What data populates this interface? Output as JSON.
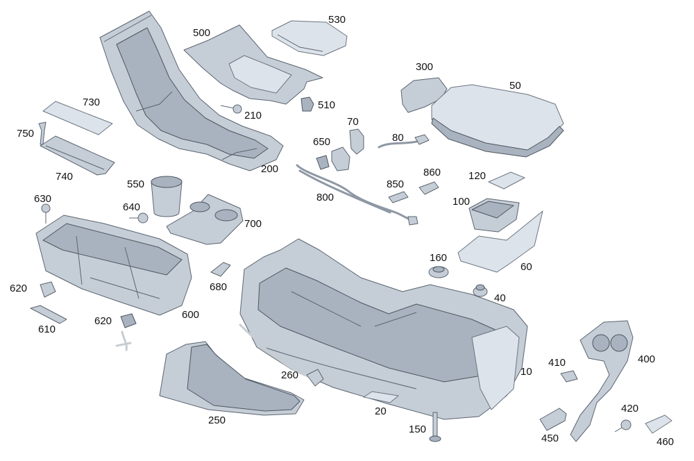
{
  "labels": {
    "l530": "530",
    "l500": "500",
    "l300": "300",
    "l50": "50",
    "l730": "730",
    "l210": "210",
    "l510": "510",
    "l750": "750",
    "l70": "70",
    "l80": "80",
    "l650": "650",
    "l740": "740",
    "l200": "200",
    "l860": "860",
    "l120": "120",
    "l550": "550",
    "l850": "850",
    "l800": "800",
    "l630": "630",
    "l640": "640",
    "l100": "100",
    "l700": "700",
    "l60": "60",
    "l160": "160",
    "l620a": "620",
    "l680": "680",
    "l40": "40",
    "l610": "610",
    "l600": "600",
    "l620b": "620",
    "l410": "410",
    "l400": "400",
    "l10": "10",
    "l260": "260",
    "l420": "420",
    "l250": "250",
    "l20": "20",
    "l150": "150",
    "l450": "450",
    "l460": "460"
  },
  "colors": {
    "part_fill": "#c5cdd6",
    "outline": "#5b6470",
    "background": "#ffffff"
  }
}
